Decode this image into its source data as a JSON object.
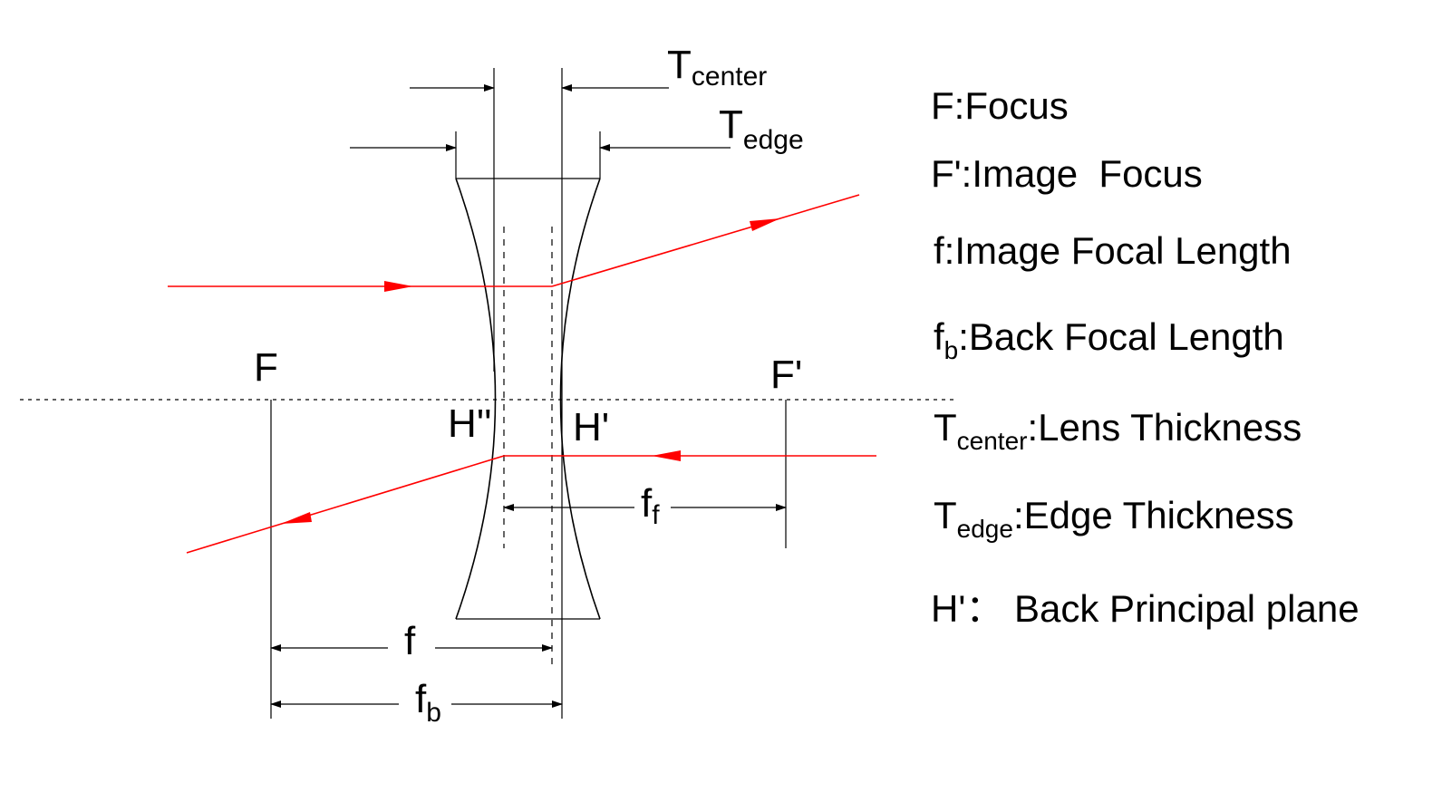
{
  "diagram": {
    "colors": {
      "ray": "#ff0000",
      "line": "#000000",
      "background": "#ffffff"
    },
    "labels": {
      "t_center_main": "T",
      "t_center_sub": "center",
      "t_edge_main": "T",
      "t_edge_sub": "edge",
      "focus_front": "F",
      "focus_image": "F'",
      "h_double_prime": "H''",
      "h_prime": "H'",
      "ff_main": "f",
      "ff_sub": "f",
      "f": "f",
      "fb_main": "f",
      "fb_sub": "b"
    }
  },
  "legend": {
    "items": [
      {
        "main": "F:Focus"
      },
      {
        "main": "F':Image  Focus"
      },
      {
        "main": "f:Image Focal Length"
      },
      {
        "pre": "f",
        "sub": "b",
        "post": ":Back Focal Length"
      },
      {
        "pre": "T",
        "sub": "center",
        "post": ":Lens Thickness"
      },
      {
        "pre": "T",
        "sub": "edge",
        "post": ":Edge Thickness"
      },
      {
        "main": "H'： Back Principal plane"
      }
    ]
  }
}
